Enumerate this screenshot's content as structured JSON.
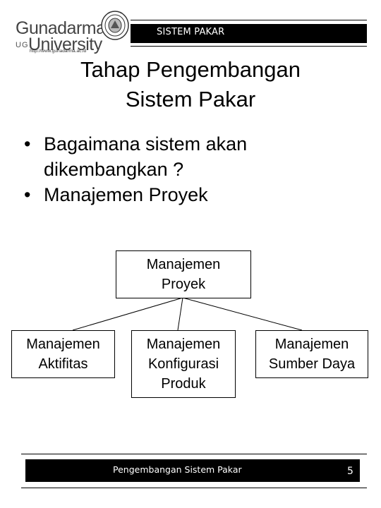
{
  "header": {
    "title": "SISTEM PAKAR",
    "logo": {
      "line1": "Gunadarma",
      "prefix": "UG",
      "line2": "University",
      "url": "http://www.gunadarma.ac.id"
    }
  },
  "slide": {
    "title_line1": "Tahap Pengembangan",
    "title_line2": "Sistem Pakar",
    "bullets": [
      "Bagaimana sistem akan dikembangkan ?",
      "Manajemen Proyek"
    ]
  },
  "diagram": {
    "root": "Manajemen\nProyek",
    "children": [
      "Manajemen\nAktifitas",
      "Manajemen\nKonfigurasi\nProduk",
      "Manajemen\nSumber Daya"
    ]
  },
  "footer": {
    "text": "Pengembangan Sistem Pakar",
    "page": "5"
  }
}
